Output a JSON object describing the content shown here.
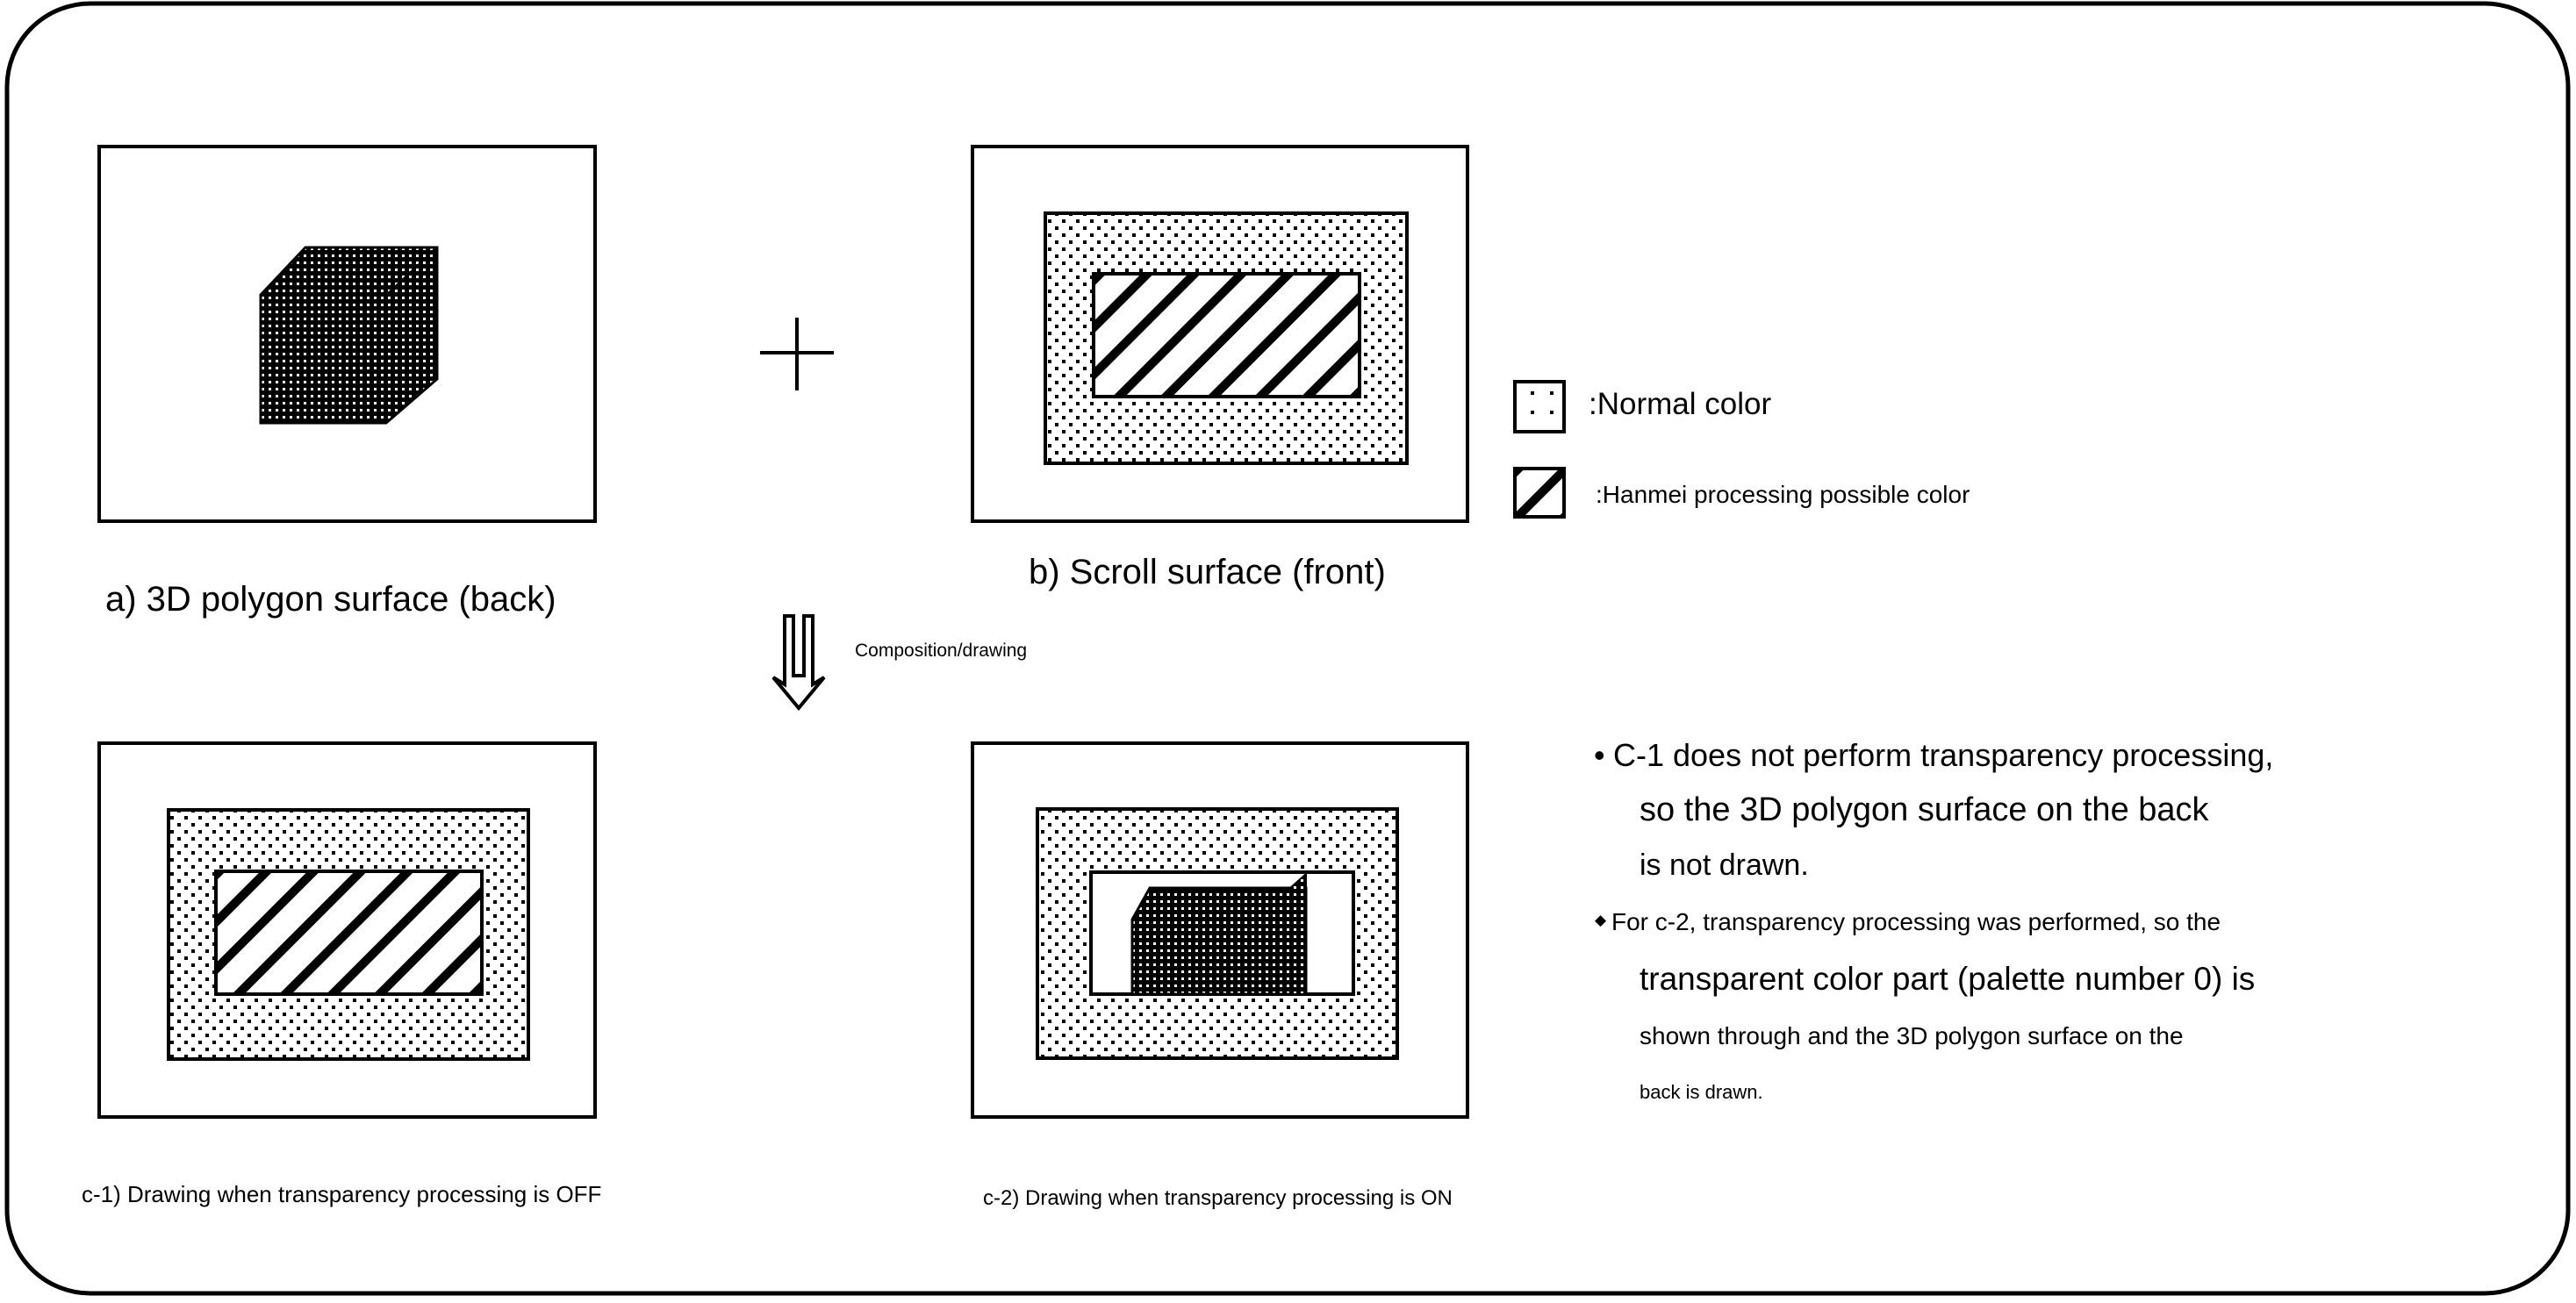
{
  "panels": {
    "a": {
      "caption": "a) 3D polygon surface (back)"
    },
    "b": {
      "caption": "b) Scroll surface (front)"
    },
    "c1": {
      "caption": "c-1) Drawing when transparency processing is OFF"
    },
    "c2": {
      "caption": "c-2) Drawing when transparency processing is ON"
    }
  },
  "operator": {
    "plus": "+",
    "arrow_label": "Composition/drawing"
  },
  "legend": {
    "normal": ":Normal color",
    "hanmei": ":Hanmei processing possible color"
  },
  "notes": {
    "bullet1": "•",
    "note1_line1": "C-1 does not perform transparency processing,",
    "note1_line2": "so the 3D polygon surface on the back",
    "note1_line3": "is not drawn.",
    "bullet2": "◆",
    "note2_line1": "For c-2, transparency processing was performed, so the",
    "note2_line2": "transparent color part (palette number 0) is",
    "note2_line3": "shown through and the 3D polygon surface on the",
    "note2_line4": "back is drawn."
  }
}
